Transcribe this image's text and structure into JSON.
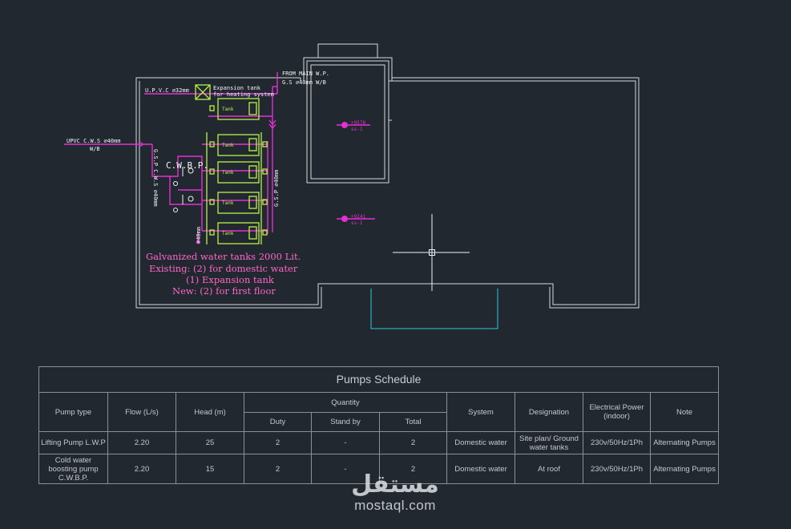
{
  "drawing": {
    "pipe_left": [
      "UPVC C.W.S ∅40mm",
      "W/B"
    ],
    "pipe_upvc": "U.P.V.C ∅32mm",
    "expansion": [
      "Expansion tank",
      "for heating system"
    ],
    "from_main": [
      "FROM MAIN W.P.",
      "G.S ∅40mm W/B"
    ],
    "gsp_left": "G.S.P C.W.S ∅40mm",
    "gsp_right": "G.S.P ∅40mm",
    "gsp_bottom": "∅40mm",
    "cwbp": "C.W.B.P.",
    "tank_label": "Tank",
    "level1": [
      "+9578",
      "ss-1"
    ],
    "level2": [
      "+9241",
      "ss-1"
    ],
    "notes": [
      "Galvanized water tanks 2000 Lit.",
      "Existing: (2) for domestic water",
      "(1) Expansion tank",
      "New: (2) for first floor"
    ]
  },
  "schedule": {
    "title": "Pumps Schedule",
    "headers": {
      "pump_type": "Pump type",
      "flow": "Flow (L/s)",
      "head": "Head (m)",
      "quantity": "Quantity",
      "duty": "Duty",
      "standby": "Stand by",
      "total": "Total",
      "system": "System",
      "designation": "Designation",
      "power": "Electrical Power (indoor)",
      "note": "Note"
    },
    "rows": [
      {
        "pump_type": "Lifting Pump L.W.P",
        "flow": "2.20",
        "head": "25",
        "duty": "2",
        "standby": "-",
        "total": "2",
        "system": "Domestic water",
        "designation": "Site plan/ Ground water tanks",
        "power": "230v/50Hz/1Ph",
        "note": "Alternating Pumps"
      },
      {
        "pump_type": "Cold water boosting pump C.W.B.P.",
        "flow": "2.20",
        "head": "15",
        "duty": "2",
        "standby": "-",
        "total": "2",
        "system": "Domestic water",
        "designation": "At roof",
        "power": "230v/50Hz/1Ph",
        "note": "Alternating Pumps"
      }
    ]
  },
  "watermark": {
    "arabic": "مستقل",
    "latin": "mostaql.com"
  },
  "colors": {
    "background": "#212830",
    "magenta": "#e62fd2",
    "green": "#b9f24a",
    "cyan": "#2fc7d8",
    "white": "#e8eaec"
  }
}
